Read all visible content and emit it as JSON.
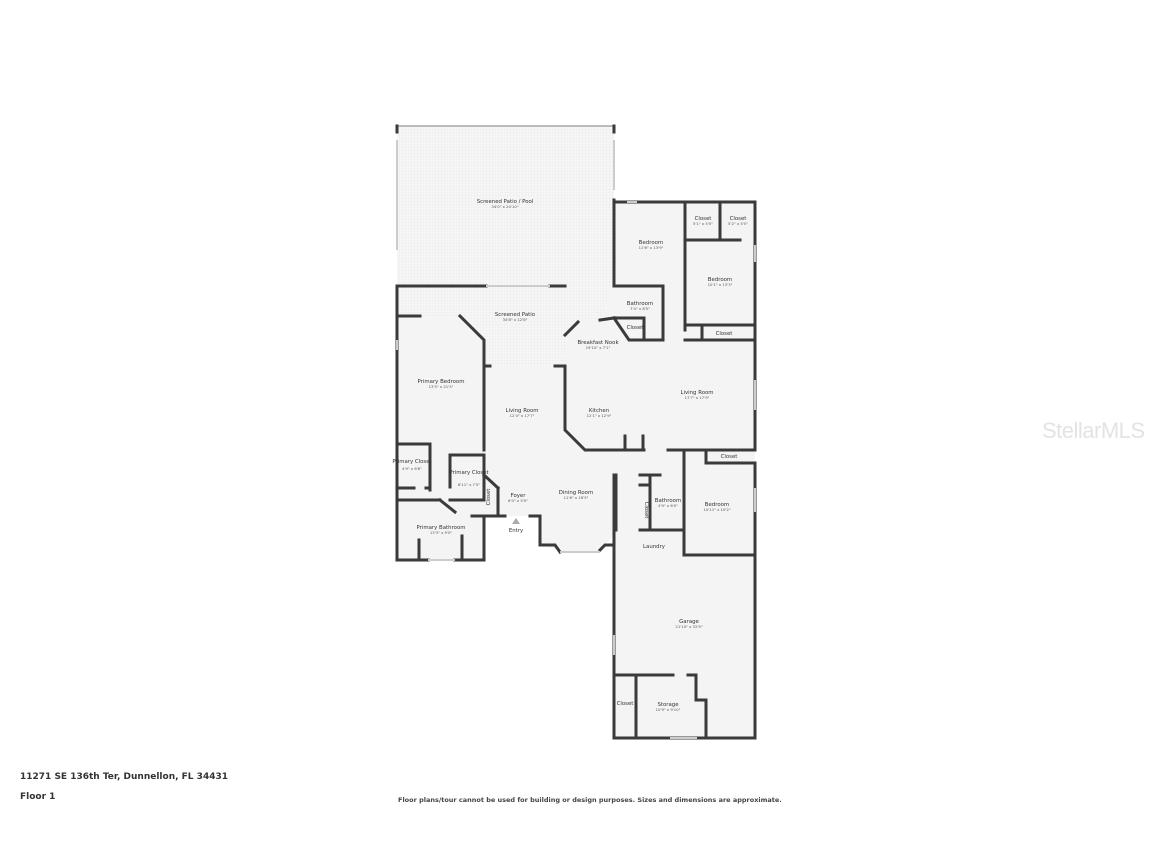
{
  "footer": {
    "address": "11271 SE 136th Ter, Dunnellon, FL 34431",
    "floor": "Floor 1",
    "disclaimer": "Floor plans/tour cannot be used for building or design purposes. Sizes and dimensions are approximate."
  },
  "watermark": "StellarMLS",
  "colors": {
    "wall": "#3a3a3a",
    "floor": "#f4f4f4",
    "patio_grid": "#ececec",
    "window": "#d8d8d8",
    "entry_marker": "#aaaaaa"
  },
  "rooms": [
    {
      "id": "screened-patio-pool",
      "name": "Screened Patio / Pool",
      "dims": "34'0\" x 24'10\""
    },
    {
      "id": "screened-patio",
      "name": "Screened Patio",
      "dims": "34'8\" x 12'8\""
    },
    {
      "id": "bedroom-2",
      "name": "Bedroom",
      "dims": "11'6\" x 13'9\""
    },
    {
      "id": "closet-a",
      "name": "Closet",
      "dims": "5'1\" x 5'5\""
    },
    {
      "id": "closet-b",
      "name": "Closet",
      "dims": "5'2\" x 5'5\""
    },
    {
      "id": "bedroom-3",
      "name": "Bedroom",
      "dims": "10'1\" x 13'3\""
    },
    {
      "id": "bathroom-2",
      "name": "Bathroom",
      "dims": "7'4\" x 8'5\""
    },
    {
      "id": "closet-c",
      "name": "Closet",
      "dims": ""
    },
    {
      "id": "closet-d",
      "name": "Closet",
      "dims": ""
    },
    {
      "id": "breakfast-nook",
      "name": "Breakfast Nook",
      "dims": "19'10\" x 7'1\""
    },
    {
      "id": "primary-bedroom",
      "name": "Primary Bedroom",
      "dims": "13'5\" x 21'5\""
    },
    {
      "id": "living-room-1",
      "name": "Living Room",
      "dims": "12'4\" x 17'7\""
    },
    {
      "id": "kitchen",
      "name": "Kitchen",
      "dims": "12'1\" x 12'9\""
    },
    {
      "id": "living-room-2",
      "name": "Living Room",
      "dims": "17'7\" x 17'9\""
    },
    {
      "id": "closet-e",
      "name": "Closet",
      "dims": ""
    },
    {
      "id": "primary-closet-1",
      "name": "Primary Closet",
      "dims": "4'9\" x 6'6\""
    },
    {
      "id": "primary-closet-2",
      "name": "Primary Closet",
      "dims": "6'11\" x 7'5\""
    },
    {
      "id": "closet-foyer",
      "name": "Closet",
      "dims": ""
    },
    {
      "id": "foyer",
      "name": "Foyer",
      "dims": "6'0\" x 5'5\""
    },
    {
      "id": "dining-room",
      "name": "Dining Room",
      "dims": "11'6\" x 18'5\""
    },
    {
      "id": "bathroom-3",
      "name": "Bathroom",
      "dims": "4'9\" x 6'0\""
    },
    {
      "id": "closet-f",
      "name": "Closet",
      "dims": ""
    },
    {
      "id": "bedroom-4",
      "name": "Bedroom",
      "dims": "10'11\" x 10'2\""
    },
    {
      "id": "primary-bathroom",
      "name": "Primary Bathroom",
      "dims": "13'3\" x 9'0\""
    },
    {
      "id": "laundry",
      "name": "Laundry",
      "dims": ""
    },
    {
      "id": "garage",
      "name": "Garage",
      "dims": "21'10\" x 32'9\""
    },
    {
      "id": "closet-g",
      "name": "Closet",
      "dims": ""
    },
    {
      "id": "storage",
      "name": "Storage",
      "dims": "10'9\" x 9'10\""
    }
  ],
  "entry_label": "Entry"
}
